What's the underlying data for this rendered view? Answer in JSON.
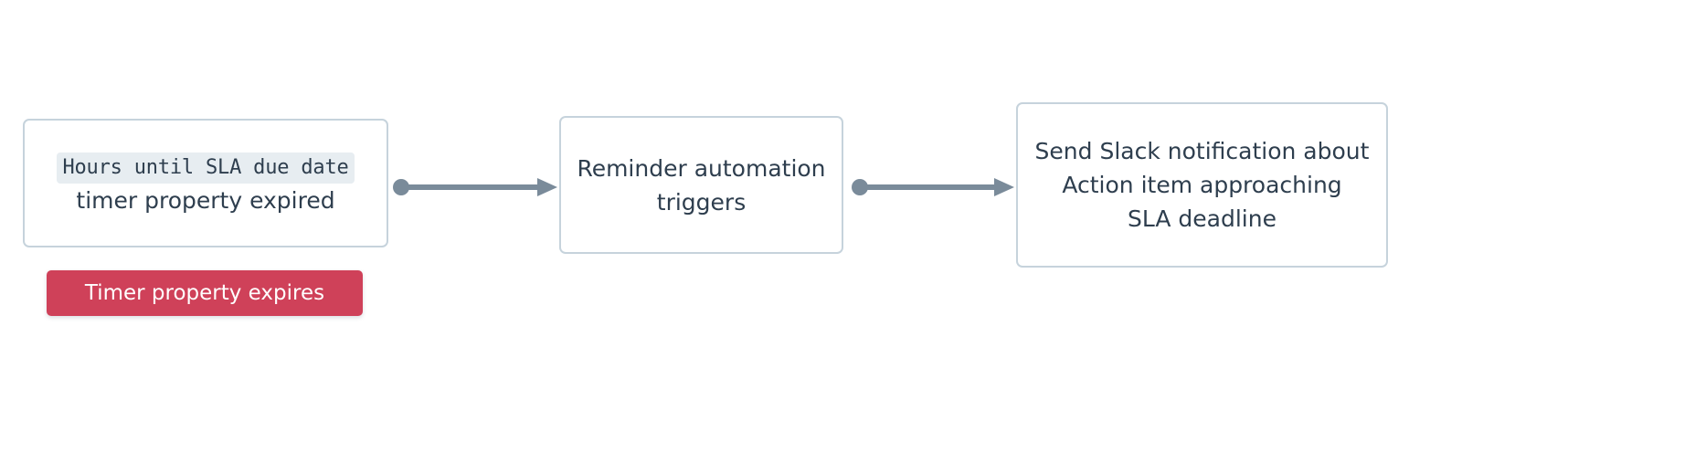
{
  "diagram": {
    "type": "flowchart",
    "direction": "left-to-right",
    "background_color": "#ffffff",
    "node_border_color": "#c6d3dc",
    "node_text_color": "#2e3e4e",
    "connector_color": "#7a8b9a",
    "badge_color": "#cf4159",
    "badge_text_color": "#ffffff",
    "code_chip_background": "#e7edf1",
    "nodes": [
      {
        "id": "trigger",
        "code_text": "Hours until SLA due date",
        "text": "timer property expired",
        "badge": "Timer property expires"
      },
      {
        "id": "automation",
        "line1": "Reminder automation",
        "line2": "triggers"
      },
      {
        "id": "action",
        "line1": "Send Slack notification about",
        "line2": "Action item approaching",
        "line3": "SLA deadline"
      }
    ],
    "connectors": [
      {
        "id": "connector-1",
        "from": "trigger",
        "to": "automation",
        "start_marker": "dot",
        "end_marker": "arrowhead"
      },
      {
        "id": "connector-2",
        "from": "automation",
        "to": "action",
        "start_marker": "dot",
        "end_marker": "arrowhead"
      }
    ]
  }
}
